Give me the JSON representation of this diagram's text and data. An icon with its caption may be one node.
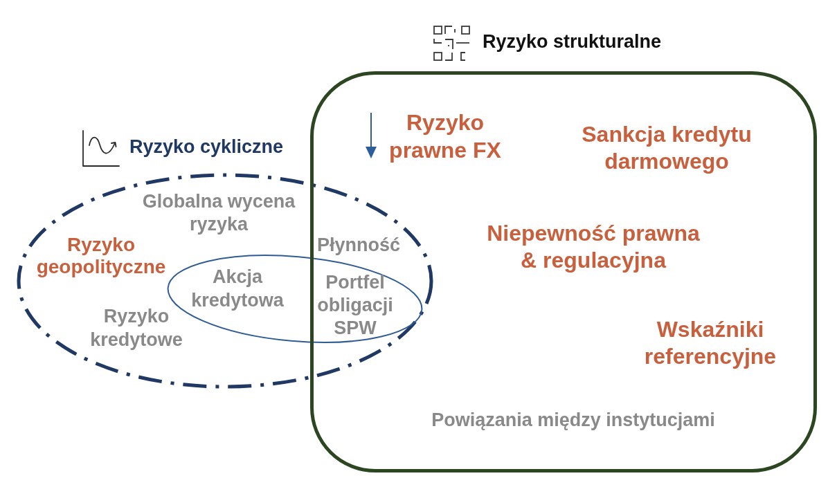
{
  "diagram": {
    "nodes": [
      {
        "text": [
          "Ryzyko strukturalne",
          "Ryzyko prawne FX",
          "Sankcja kredytu darmowego",
          "Niepewność prawna & regulacyjna",
          "Wskaźniki referencyjne",
          "Powiązania między instytucjami"
        ]
      },
      {
        "text": [
          "Ryzyko cykliczne",
          "Globalna wycena ryzyka",
          "Ryzyko geopolityczne",
          "Płynność",
          "Ryzyko kredytowe"
        ]
      },
      {
        "text": [
          "Akcja kredytowa",
          "Portfel obligacji SPW"
        ],
        "in": 1
      }
    ]
  }
}
